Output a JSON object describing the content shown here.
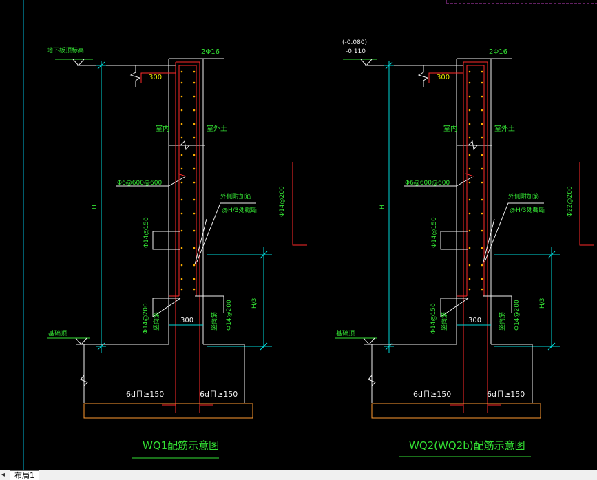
{
  "layout_tab": "布局1",
  "tab_nav_left": "◂",
  "colors": {
    "background": "#000000",
    "red": "#ff2a2a",
    "green": "#33e033",
    "cyan": "#00d8d8",
    "white": "#f0f0f0",
    "yellow": "#e6e600",
    "magenta": "#c040c0"
  },
  "diagrams": [
    {
      "title": "WQ1配筋示意图",
      "top_level": "地下板顶标高",
      "top_level_sub": "",
      "top_bars": "2Φ16",
      "dim_300_top": "300",
      "label_indoor": "室内",
      "label_outdoor": "室外土",
      "tie_bars": "Φ6@600@600",
      "extra_bar_1": "外侧附加筋",
      "extra_bar_2": "@H/3处截断",
      "right_vert": "Φ14@200",
      "left_vert": "Φ14@150",
      "height": "H",
      "third_height": "H/3",
      "low_left_a": "Φ14@200",
      "low_left_b": "竖向筋",
      "low_right_a": "竖向筋",
      "low_right_b": "Φ14@200",
      "dim_300_bot": "300",
      "foundation": "基础顶",
      "anchor_left": "6d且≥150",
      "anchor_right": "6d且≥150"
    },
    {
      "title": "WQ2(WQ2b)配筋示意图",
      "top_level": "(-0.080)",
      "top_level_sub": "-0.110",
      "top_bars": "2Φ16",
      "dim_300_top": "300",
      "label_indoor": "室内",
      "label_outdoor": "室外土",
      "tie_bars": "Φ6@600@600",
      "extra_bar_1": "外侧附加筋",
      "extra_bar_2": "@H/3处截断",
      "right_vert": "Φ22@200",
      "left_vert": "Φ14@150",
      "height": "H",
      "third_height": "H/3",
      "low_left_a": "Φ14@150",
      "low_left_b": "竖向筋",
      "low_right_a": "竖向筋",
      "low_right_b": "Φ14@200",
      "dim_300_bot": "300",
      "foundation": "基础顶",
      "anchor_left": "6d且≥150",
      "anchor_right": "6d且≥150"
    }
  ]
}
